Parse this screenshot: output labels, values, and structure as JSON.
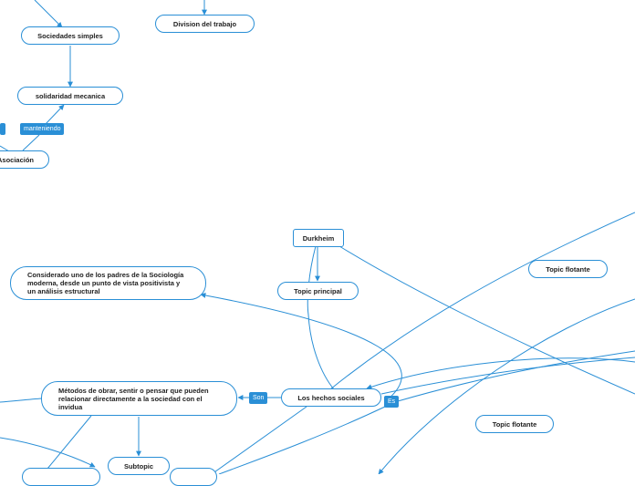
{
  "colors": {
    "accent": "#2a8fd6",
    "line": "#2a8fd6",
    "text": "#222222",
    "background": "#ffffff"
  },
  "nodes": {
    "sociedades_simples": "Sociedades simples",
    "division_trabajo": "Division del trabajo",
    "solidaridad_mecanica": "solidaridad mecanica",
    "asociacion": "Asociación",
    "durkheim": "Durkheim",
    "topic_principal": "Topic principal",
    "considerado": "Considerado uno de los padres de la Sociología moderna, desde un punto de vista positivista y un análisis estructural",
    "topic_flotante_1": "Topic flotante",
    "metodos": "Métodos de obrar, sentir o pensar que pueden relacionar directamente a la sociedad con el invidua",
    "hechos_sociales": "Los hechos sociales",
    "topic_flotante_2": "Topic flotante",
    "subtopic": "Subtopic"
  },
  "tags": {
    "manteniendo": "manteniendo",
    "son": "Son",
    "es": "Es"
  }
}
